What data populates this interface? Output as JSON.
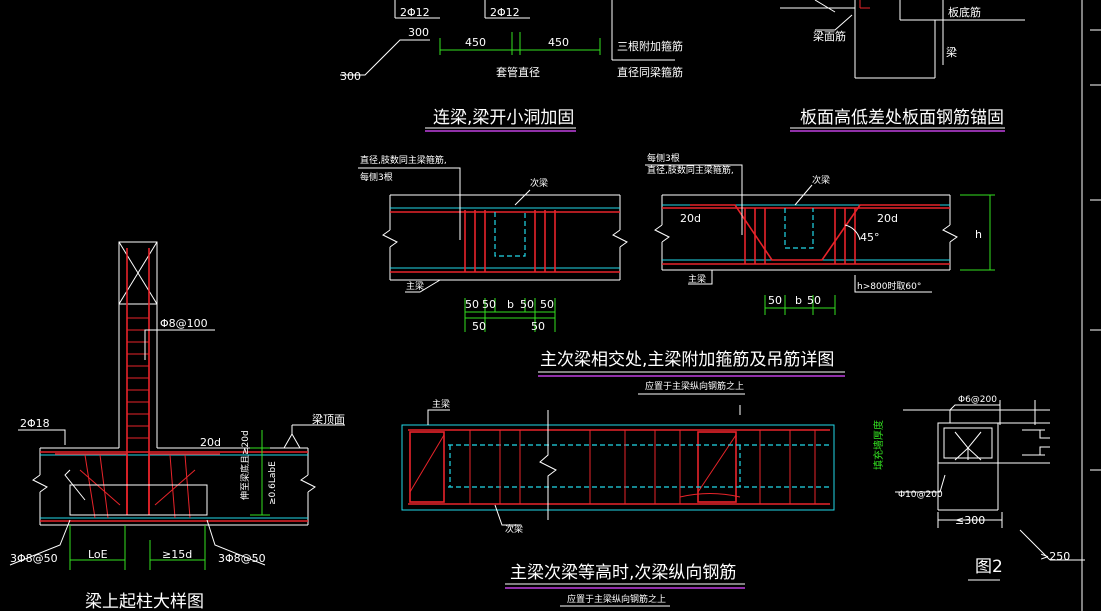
{
  "titles": {
    "beam_hole": "连梁,梁开小洞加固",
    "slab_step": "板面高低差处板面钢筋锚固",
    "intersection": "主次梁相交处,主梁附加箍筋及吊筋详图",
    "intersection_sub": "应置于主梁纵向钢筋之上",
    "equal_height": "主梁次梁等高时,次梁纵向钢筋",
    "equal_height_sub": "应置于主梁纵向钢筋之上",
    "column_on_beam": "梁上起柱大样图",
    "fig2": "图2"
  },
  "top_left": {
    "bar_a": "2Φ12",
    "bar_b": "2Φ12",
    "dim_300a": "300",
    "dim_300b": "300",
    "dim_450a": "450",
    "dim_450b": "450",
    "sleeve_dia": "套管直径",
    "three_stirrups": "三根附加箍筋",
    "same_dia": "直径同梁箍筋"
  },
  "top_right": {
    "slab_bottom": "板底筋",
    "beam_bar": "梁面筋",
    "beam": "梁"
  },
  "intersection_left": {
    "note1": "直径,肢数同主梁箍筋,",
    "note2": "每侧3根",
    "secondary": "次梁",
    "main": "主梁",
    "dims": [
      "50",
      "50",
      "b",
      "50",
      "50"
    ],
    "dims_lower": [
      "50",
      "50"
    ]
  },
  "intersection_right": {
    "note0": "每侧3根",
    "note1": "直径,肢数同主梁箍筋,",
    "secondary": "次梁",
    "anchor_left": "20d",
    "anchor_right": "20d",
    "angle": "45°",
    "h": "h",
    "main": "主梁",
    "h_note": "h>800时取60°",
    "dims": [
      "50",
      "b",
      "50"
    ]
  },
  "column": {
    "stirrup": "Φ8@100",
    "bar": "2Φ18",
    "anchor": "20d",
    "beam_top": "梁顶面",
    "vert_note": "伸至梁底且≥20d",
    "vert_note2": "≥0.6LabE",
    "stirrup_left": "3Φ8@50",
    "stirrup_right": "3Φ8@50",
    "loe": "LoE",
    "ld15": "≥15d"
  },
  "equal_height": {
    "main": "主梁",
    "secondary": "次梁"
  },
  "fig2": {
    "stirrup_top": "Φ6@200",
    "fill_note": "填充墙厚度",
    "stirrup_bottom": "Φ10@200",
    "dim_300": "≤300",
    "dim_250": ">250"
  }
}
